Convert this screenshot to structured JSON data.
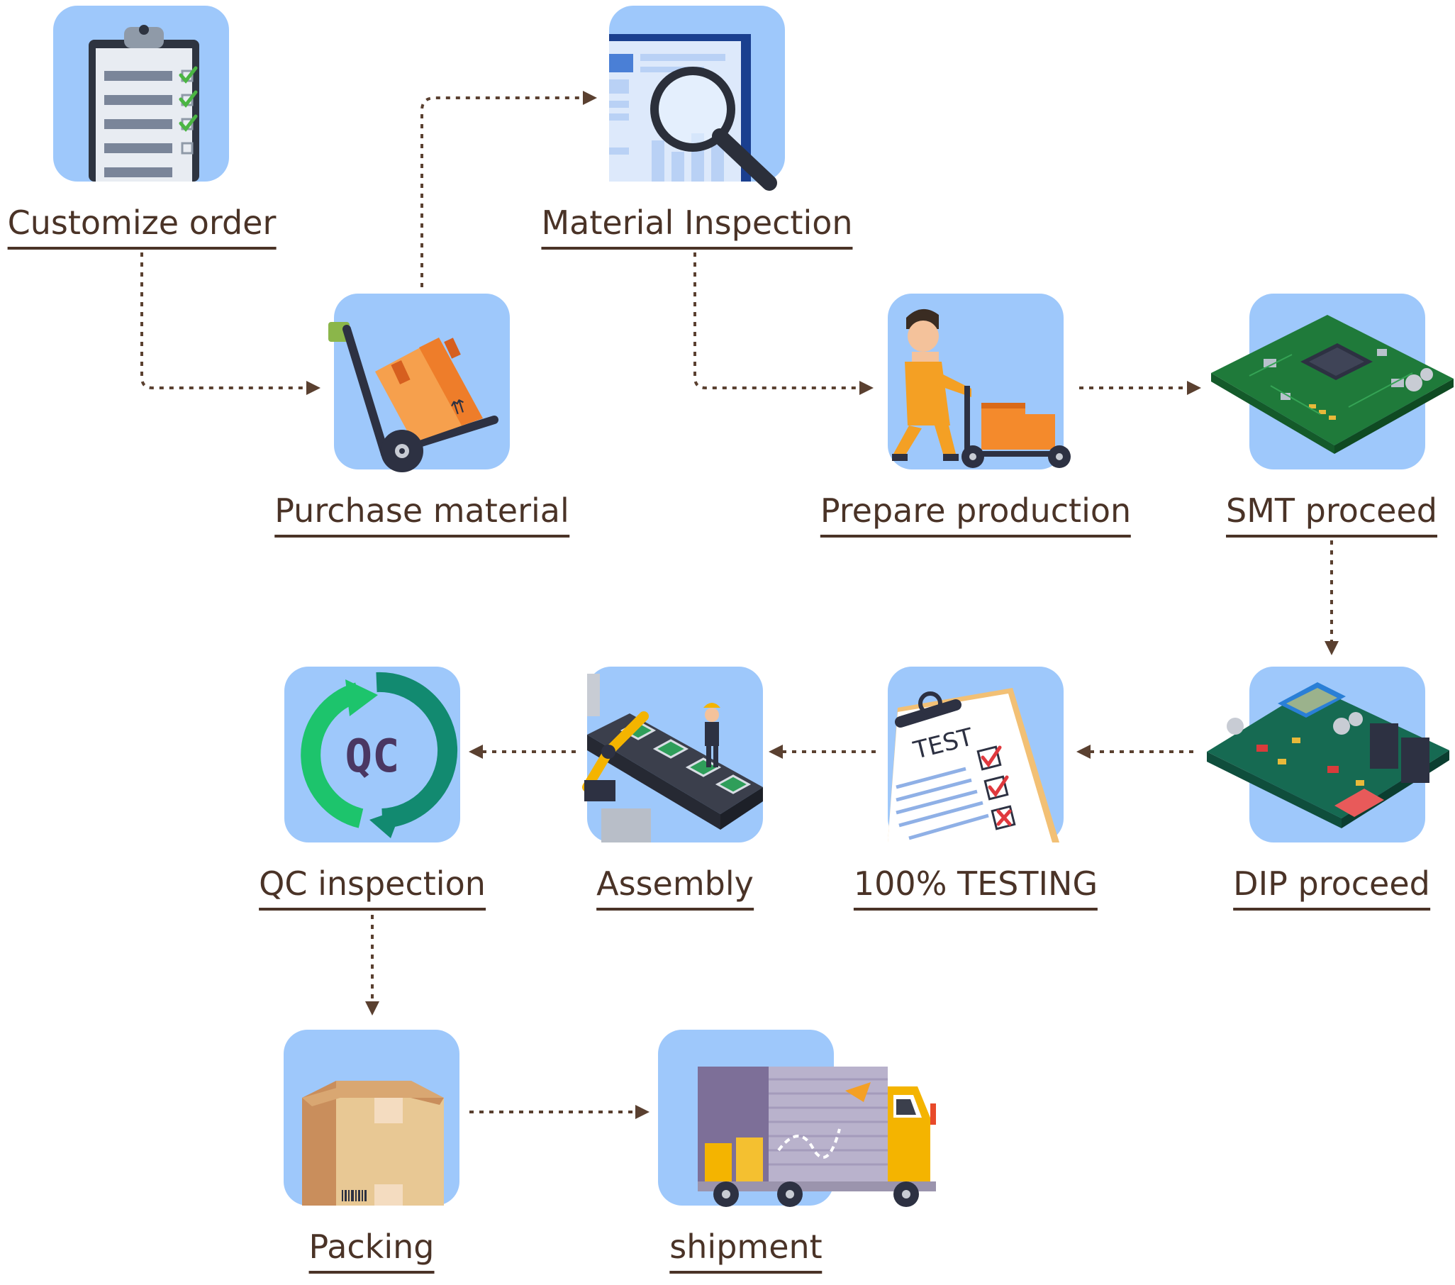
{
  "colors": {
    "tile": "#9ec8fb",
    "text": "#4a3327",
    "arrow": "#5a4030"
  },
  "steps": [
    {
      "id": "customize",
      "label": "Customize order",
      "icon": "clipboard-checklist-icon"
    },
    {
      "id": "purchase",
      "label": "Purchase material",
      "icon": "hand-truck-box-icon"
    },
    {
      "id": "inspection",
      "label": "Material Inspection",
      "icon": "magnifier-document-icon"
    },
    {
      "id": "prepare",
      "label": "Prepare production",
      "icon": "worker-cart-icon"
    },
    {
      "id": "smt",
      "label": "SMT proceed",
      "icon": "circuit-board-icon"
    },
    {
      "id": "dip",
      "label": "DIP proceed",
      "icon": "dip-board-icon"
    },
    {
      "id": "testing",
      "label": "100% TESTING",
      "icon": "test-clipboard-icon"
    },
    {
      "id": "assembly",
      "label": "Assembly",
      "icon": "assembly-line-icon"
    },
    {
      "id": "qc",
      "label": "QC inspection",
      "icon": "qc-cycle-icon"
    },
    {
      "id": "packing",
      "label": "Packing",
      "icon": "cardboard-box-icon"
    },
    {
      "id": "shipment",
      "label": "shipment",
      "icon": "delivery-truck-icon"
    }
  ],
  "icon_text": {
    "test": "TEST",
    "qc": "QC"
  }
}
